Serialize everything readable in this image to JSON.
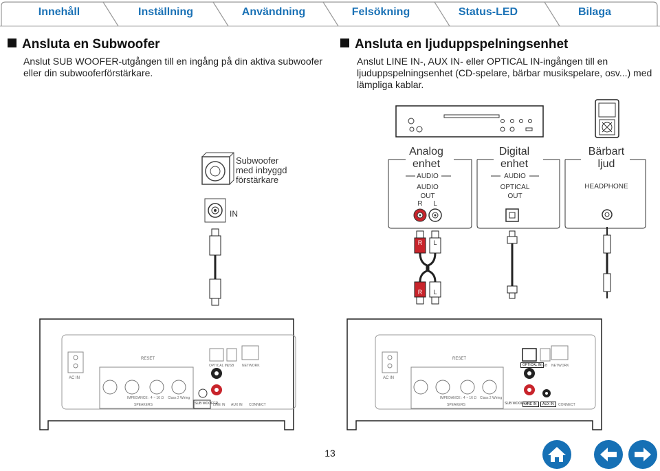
{
  "tabs": [
    "Innehåll",
    "Inställning",
    "Användning",
    "Felsökning",
    "Status-LED",
    "Bilaga"
  ],
  "left_section": {
    "title": "Ansluta en Subwoofer",
    "text_lines": [
      "Anslut SUB WOOFER-utgången till en ingång på din aktiva subwoofer",
      "eller din subwooferförstärkare."
    ]
  },
  "right_section": {
    "title": "Ansluta en ljuduppspelningsenhet",
    "text_lines": [
      "Anslut LINE IN-, AUX IN- eller OPTICAL IN-ingången till en",
      "ljuduppspelningsenhet (CD-spelare, bärbar musikspelare, osv...) med",
      "lämpliga kablar."
    ]
  },
  "diagram": {
    "subwoofer_label": [
      "Subwoofer",
      "med inbyggd",
      "förstärkare"
    ],
    "subwoofer_input": "IN",
    "analog": {
      "title": [
        "Analog",
        "enhet"
      ],
      "header": "AUDIO",
      "port": [
        "AUDIO",
        "OUT"
      ],
      "r": "R",
      "l": "L"
    },
    "digital": {
      "title": [
        "Digital",
        "enhet"
      ],
      "header": "AUDIO",
      "port": [
        "OPTICAL",
        "OUT"
      ]
    },
    "portable": {
      "title": [
        "Bärbart",
        "ljud"
      ],
      "port": "HEADPHONE"
    },
    "plug_r": "R",
    "plug_l": "L",
    "rear_panel": {
      "ac_in": "AC IN",
      "reset": "RESET",
      "impedance": "IMPEDANCE : 4 ~ 16 Ω",
      "class": "Class 2 Wiring",
      "speakers": "SPEAKERS",
      "sub_woofer": "SUB WOOFER",
      "line_in": "LINE IN",
      "aux_in": "AUX IN",
      "optical_in": "OPTICAL IN",
      "network": "NETWORK",
      "usb": "USB",
      "connect": "CONNECT"
    }
  },
  "page_number": "13",
  "colors": {
    "tab_text": "#1b72b6",
    "nav_blue": "#1670b5",
    "rca_red": "#c8242b"
  },
  "nav": [
    "home-icon",
    "arrow-left-icon",
    "arrow-right-icon"
  ]
}
